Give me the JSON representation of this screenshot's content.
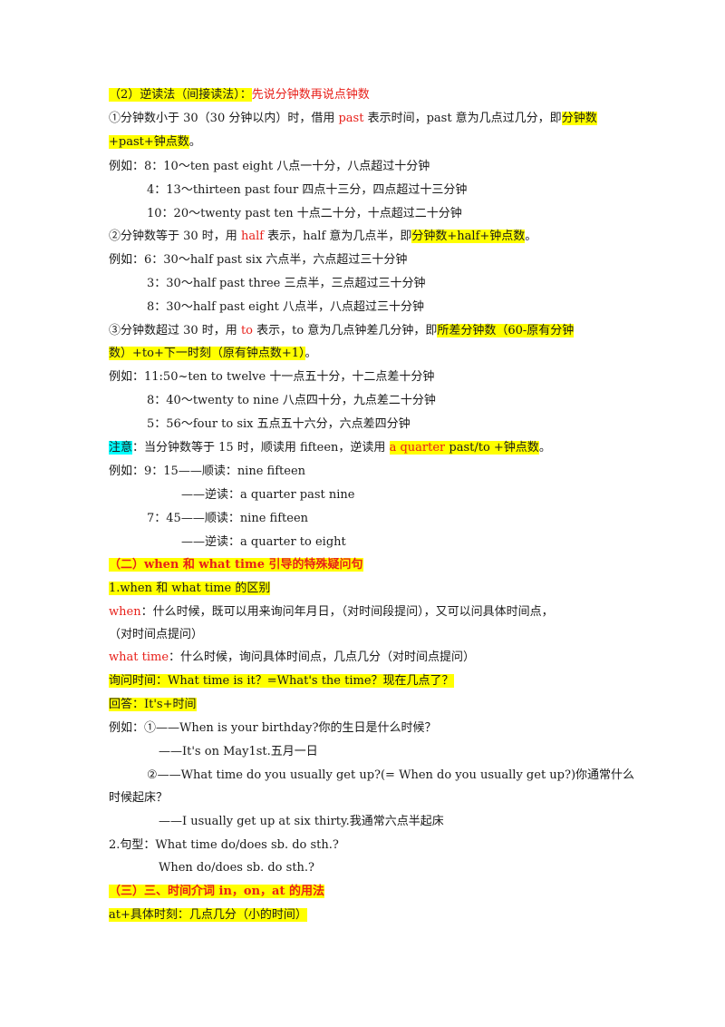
{
  "s1": {
    "title": "（2）逆读法（间接读法）：",
    "title_red": "先说分钟数再说点钟数",
    "rule1_a": "①分钟数小于 30（30 分钟以内）时，借用 ",
    "rule1_red": "past",
    "rule1_b": " 表示时间，past 意为几点过几分，即",
    "rule1_hl": "分钟数",
    "rule1_hl2": "+past+钟点数",
    "rule1_end": "。",
    "ex1": "例如：8：10～ten  past  eight 八点一十分，八点超过十分钟",
    "ex2": "4：13～thirteen  past  four 四点十三分，四点超过十三分钟",
    "ex3": "10：20～twenty  past  ten 十点二十分，十点超过二十分钟",
    "rule2_a": "②分钟数等于 30 时，用 ",
    "rule2_red": "half",
    "rule2_b": " 表示，half 意为几点半，即",
    "rule2_hl": "分钟数+half+钟点数",
    "rule2_end": "。",
    "ex4": "例如：6：30～half  past  six 六点半，六点超过三十分钟",
    "ex5": "3：30～half  past  three 三点半，三点超过三十分钟",
    "ex6": "8：30～half  past  eight 八点半，八点超过三十分钟",
    "rule3_a": "③分钟数超过 30 时，用 ",
    "rule3_red": "to",
    "rule3_b": " 表示，to 意为几点钟差几分钟，即",
    "rule3_hl": "所差分钟数（60-原有分钟",
    "rule3_hl2": "数）+to+下一时刻（原有钟点数+1）",
    "rule3_end": "。",
    "ex7": "例如：11:50~ten  to  twelve 十一点五十分，十二点差十分钟",
    "ex8": "8：40～twenty  to  nine 八点四十分，九点差二十分钟",
    "ex9": "5：56～four  to  six 五点五十六分，六点差四分钟",
    "note_label": "注意",
    "note_text": "：当分钟数等于 15 时，顺读用 fifteen，逆读用 ",
    "note_hl_red": "a  quarter",
    "note_hl": "  past/to  +钟点数",
    "note_end": "。",
    "ex10": "例如：9：15——顺读：nine  fifteen",
    "ex11": "——逆读：a  quarter  past  nine",
    "ex12": "7：45——顺读：nine  fifteen",
    "ex13": "——逆读：a  quarter  to  eight"
  },
  "s2": {
    "title": "（二）when 和 what  time 引导的特殊疑问句",
    "sub1": "1.when 和 what  time 的区别",
    "when_label": "when",
    "when_text": "：什么时候，既可以用来询问年月日，（对时间段提问），又可以问具体时间点，",
    "when_text2": "（对时间点提问）",
    "whattime_label": "what  time",
    "whattime_text": "：什么时候，询问具体时间点，几点几分（对时间点提问）",
    "ask": "询问时间：What  time  is  it？=What's  the  time？现在几点了？",
    "answer": "回答：It's+时间",
    "ex1": "例如：①——When  is  your  birthday?你的生日是什么时候？",
    "ex2": "——It's  on  May1st.五月一日",
    "ex3": "②——What time do you usually get up?(=  When  do  you  usually  get  up?)你通常什么",
    "ex3b": "时候起床？",
    "ex4": "——I  usually  get  up  at  six  thirty.我通常六点半起床",
    "pattern1": "2.句型：What  time  do/does  sb.  do  sth.?",
    "pattern2": "When do/does sb. do sth.?"
  },
  "s3": {
    "title": "（三）三、时间介词 in，on，at 的用法",
    "line1": "at+具体时刻：几点几分（小的时间）"
  }
}
